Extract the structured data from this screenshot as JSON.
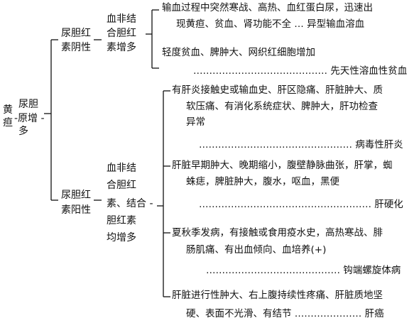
{
  "root": {
    "label_a": "黄",
    "label_b": "疸",
    "branch_a": "尿胆",
    "branch_b": "-原增 -",
    "branch_c": "多"
  },
  "negative": {
    "label_a": "尿胆红",
    "label_b": "素阴性",
    "sub_a": "血非结",
    "sub_b": "合胆红",
    "sub_c": "素增多",
    "item1_line1": "输血过程中突然寒战、高热、血红蛋白尿，迅速出",
    "item1_line2": "现黄疸、贫血、肾功能不全 … 异型输血溶血",
    "item2_line1": "轻度贫血、脾肿大、网织红细胞增加",
    "item2_line2": "…………………………………… 先天性溶血性贫血"
  },
  "positive": {
    "label_a": "尿胆红",
    "label_b": "素阳性",
    "sub_a": "血非结",
    "sub_b": "合胆红",
    "sub_c": "素、结合 -",
    "sub_d": "胆红素",
    "sub_e": "均增多",
    "items": [
      {
        "line1": "有肝炎接触史或输血史、肝区隐痛、肝脏肿大、质",
        "line2": "软压痛、有消化系统症状、脾肿大，肝功检查",
        "line3": "异常",
        "result": "………………………………………… 病毒性肝炎"
      },
      {
        "line1": "肝脏早期肿大、晚期缩小，腹壁静脉曲张，肝掌，蜘",
        "line2": "蛛痣，脾脏肿大，腹水，呕血，黑便",
        "result": "……………………………………………… 肝硬化"
      },
      {
        "line1": "夏秋季发病，有接触或食用疫水史，高热寒战、腓",
        "line2": "肠肌痛、有出血倾向、血培养(+)",
        "result": "…………………………………… 钩端螺旋体病"
      },
      {
        "line1": "肝脏进行性肿大、右上腹持续性疼痛、肝脏质地坚",
        "line2": "硬、表面不光滑、有结节 ………………… 肝癌"
      }
    ]
  }
}
